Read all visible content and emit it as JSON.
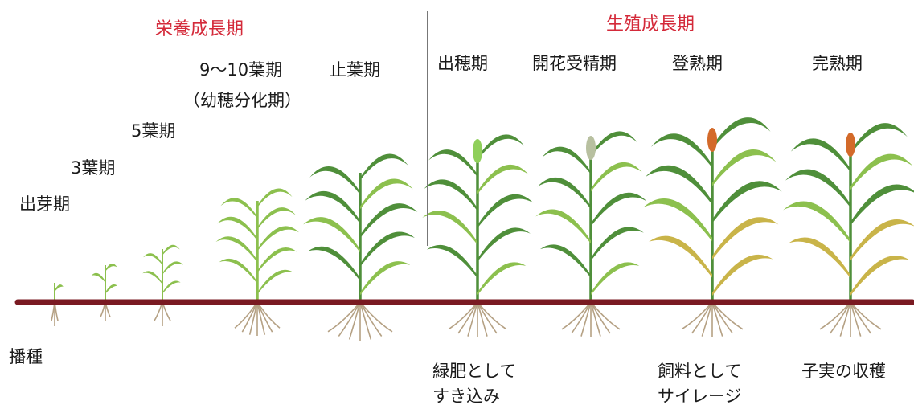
{
  "phases": {
    "vegetative": "栄養成長期",
    "reproductive": "生殖成長期"
  },
  "stage_labels": {
    "emergence": "出芽期",
    "three_leaf": "3葉期",
    "five_leaf": "5葉期",
    "nine_ten_leaf_line1": "9～10葉期",
    "nine_ten_leaf_line2": "（幼穂分化期）",
    "flag_leaf": "止葉期",
    "heading": "出穂期",
    "anthesis": "開花受精期",
    "ripening": "登熟期",
    "full_maturity": "完熟期"
  },
  "bottom_labels": {
    "sowing": "播種",
    "green_manure_line1": "緑肥として",
    "green_manure_line2": "すき込み",
    "forage_line1": "飼料として",
    "forage_line2": "サイレージ",
    "grain_harvest": "子実の収穫"
  },
  "colors": {
    "phase_text": "#d42a3a",
    "ground_line": "#7a1a22",
    "leaf_dark": "#4f8f3a",
    "leaf_light": "#8cc04e",
    "leaf_yellow": "#c9b449",
    "root": "#b5a184",
    "panicle_green": "#8fcf5a",
    "panicle_grey": "#b8c0a0",
    "panicle_orange": "#d36a2a"
  }
}
